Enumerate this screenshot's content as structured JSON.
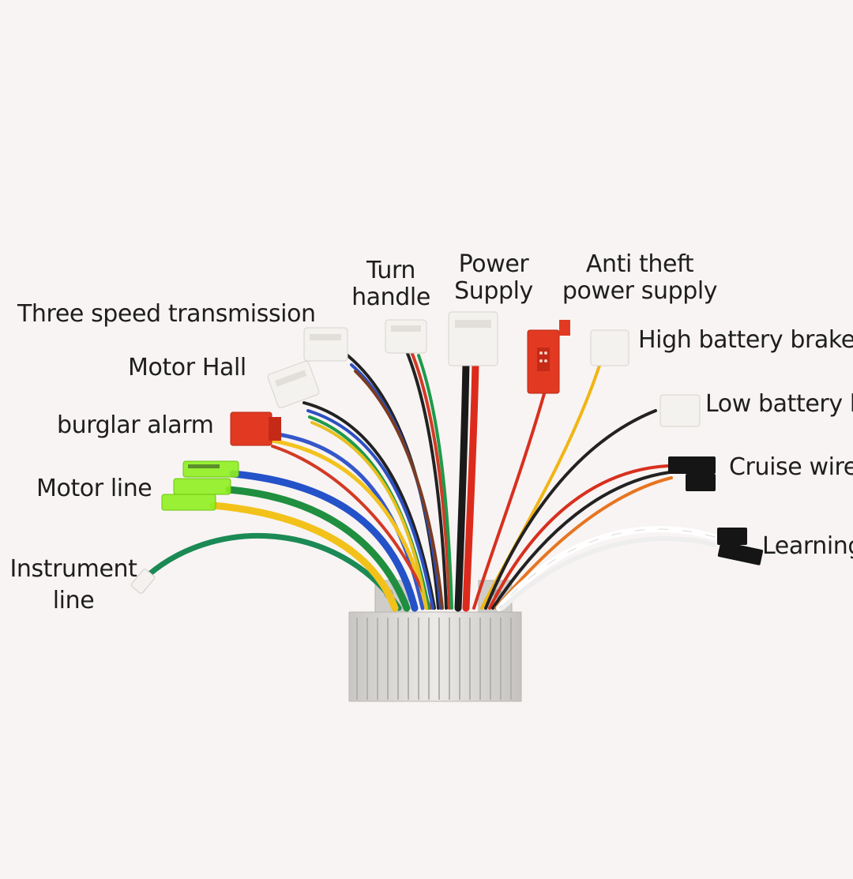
{
  "labels": {
    "turn_handle": [
      "Turn",
      "handle"
    ],
    "power_supply": [
      "Power",
      "Supply"
    ],
    "anti_theft": [
      "Anti theft",
      "power supply"
    ],
    "three_speed": "Three speed transmission",
    "high_brake": "High battery brake",
    "motor_hall": "Motor Hall",
    "low_brake": "Low battery b",
    "burglar_alarm": "burglar alarm",
    "cruise_wire": "Cruise wire",
    "motor_line": "Motor line",
    "learning": "Learning",
    "instrument_line": [
      "Instrument",
      "line"
    ]
  },
  "colors": {
    "background": "#f8f4f3",
    "controller_case": "#d4d2cf",
    "connector_white": "#f2f0ec",
    "connector_red": "#e23a22",
    "connector_green": "#8ef01f",
    "connector_black": "#151515"
  }
}
